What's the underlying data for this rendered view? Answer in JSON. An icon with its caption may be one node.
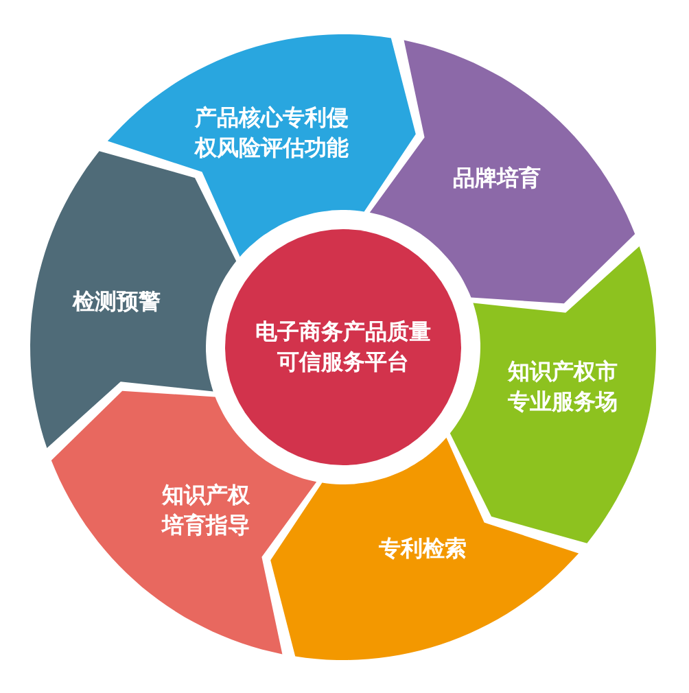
{
  "diagram": {
    "nodes": [
      {
        "text": [
          "产品核心专利侵权风险评估功能"
        ]
      },
      {
        "text": [
          "品牌培育"
        ]
      },
      {
        "text": [
          "知识产权市专业服务场"
        ]
      },
      {
        "text": [
          "专利检索"
        ]
      },
      {
        "text": [
          "知识产权培育指导"
        ]
      },
      {
        "text": [
          "检测预警"
        ]
      },
      {
        "text": [
          "电子商务产品质量可信服务平台"
        ]
      }
    ]
  }
}
